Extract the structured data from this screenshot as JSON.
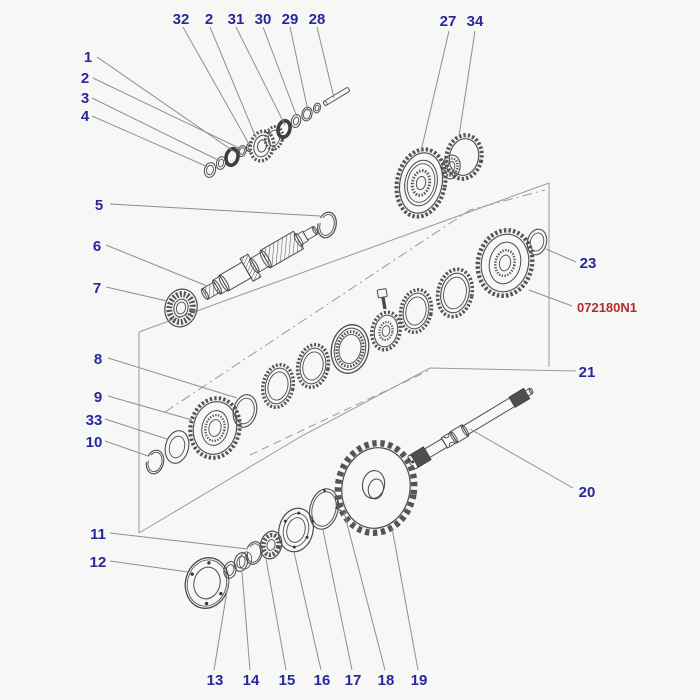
{
  "diagram": {
    "type": "exploded-parts-diagram",
    "part_number": "072180N1",
    "colors": {
      "callout": "#27279f",
      "part_number": "#b32c2c",
      "drawing_line": "#4c4c4c",
      "leader_line": "#8f8f8f",
      "background": "#f7f7f5"
    },
    "labels": {
      "n1": "1",
      "n2": "2",
      "n2b": "2",
      "n3": "3",
      "n4": "4",
      "n5": "5",
      "n6": "6",
      "n7": "7",
      "n8": "8",
      "n9": "9",
      "n10": "10",
      "n11": "11",
      "n12": "12",
      "n13": "13",
      "n14": "14",
      "n15": "15",
      "n16": "16",
      "n17": "17",
      "n18": "18",
      "n19": "19",
      "n20": "20",
      "n21": "21",
      "n23": "23",
      "n27": "27",
      "n28": "28",
      "n29": "29",
      "n30": "30",
      "n31": "31",
      "n32": "32",
      "n33": "33",
      "n34": "34"
    }
  }
}
